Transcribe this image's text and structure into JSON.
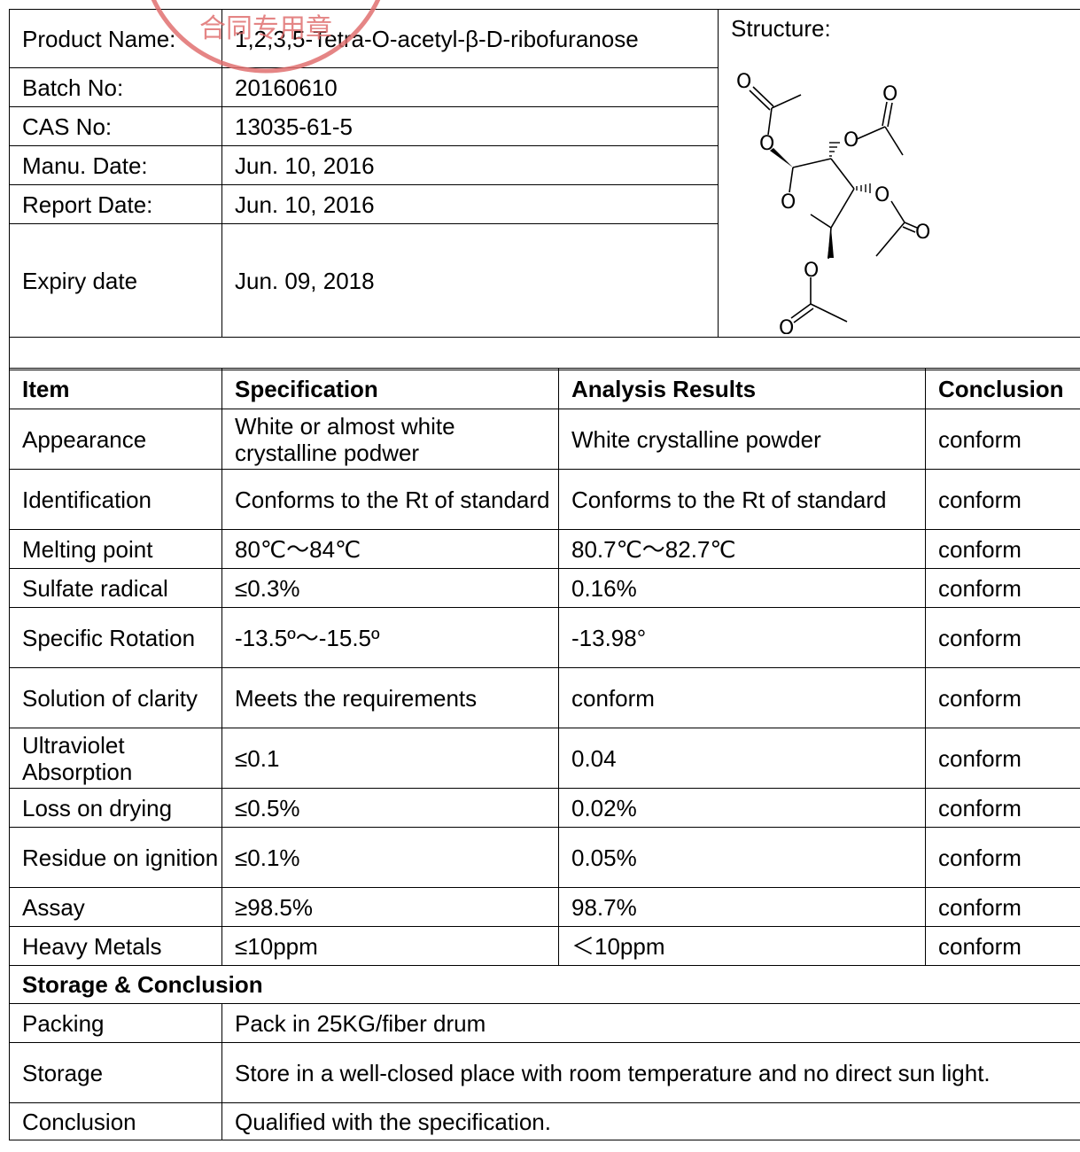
{
  "header": {
    "product_name_label": "Product Name:",
    "product_name": "1,2,3,5-Tetra-O-acetyl-β-D-ribofuranose",
    "batch_label": "Batch No:",
    "batch": "20160610",
    "cas_label": "CAS No:",
    "cas": "13035-61-5",
    "manu_label": "Manu. Date:",
    "manu": "Jun. 10, 2016",
    "report_label": "Report Date:",
    "report": "Jun. 10, 2016",
    "expiry_label": "Expiry date",
    "expiry": "Jun. 09, 2018",
    "structure_label": "Structure:"
  },
  "structure": {
    "atom_label": "O"
  },
  "stamp": {
    "text": "合同专用章",
    "color": "#e07070"
  },
  "table": {
    "headers": [
      "Item",
      "Specification",
      "Analysis Results",
      "Conclusion"
    ],
    "rows": [
      {
        "item": "Appearance",
        "spec": "White or almost white crystalline podwer",
        "result": "White crystalline powder",
        "conclusion": "conform"
      },
      {
        "item": "Identification",
        "spec": "Conforms to the Rt of standard",
        "result": "Conforms to the Rt of standard",
        "conclusion": "conform"
      },
      {
        "item": "Melting point",
        "spec": "80℃～84℃",
        "result": "80.7℃～82.7℃",
        "conclusion": "conform"
      },
      {
        "item": "Sulfate radical",
        "spec": "≤0.3%",
        "result": "0.16%",
        "conclusion": "conform"
      },
      {
        "item": "Specific Rotation",
        "spec": "-13.5º～-15.5º",
        "result": "-13.98°",
        "conclusion": "conform"
      },
      {
        "item": "Solution of clarity",
        "spec": "Meets the requirements",
        "result": "conform",
        "conclusion": "conform"
      },
      {
        "item": "Ultraviolet Absorption",
        "spec": "≤0.1",
        "result": "0.04",
        "conclusion": "conform"
      },
      {
        "item": "Loss on drying",
        "spec": "≤0.5%",
        "result": "0.02%",
        "conclusion": "conform"
      },
      {
        "item": "Residue on ignition",
        "spec": "≤0.1%",
        "result": "0.05%",
        "conclusion": "conform"
      },
      {
        "item": "Assay",
        "spec": "≥98.5%",
        "result": "98.7%",
        "conclusion": "conform"
      },
      {
        "item": "Heavy Metals",
        "spec": "≤10ppm",
        "result": "＜10ppm",
        "conclusion": "conform"
      }
    ]
  },
  "storage": {
    "section_title": "Storage & Conclusion",
    "packing_label": "Packing",
    "packing": "Pack in 25KG/fiber drum",
    "storage_label": "Storage",
    "storage": "Store in a well-closed place with room temperature and no direct sun light.",
    "conclusion_label": "Conclusion",
    "conclusion": "Qualified with the specification."
  }
}
